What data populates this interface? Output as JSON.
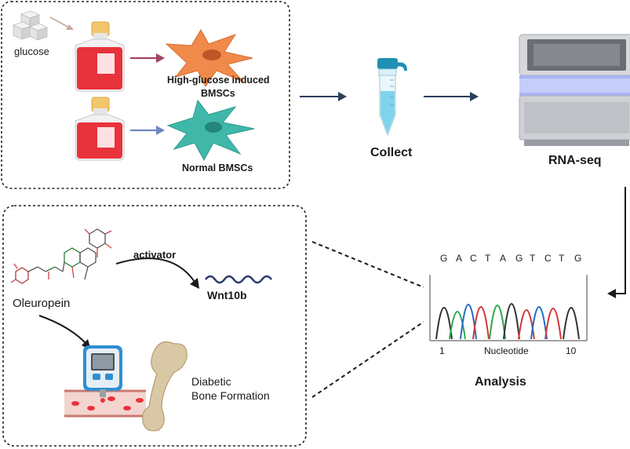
{
  "top_panel": {
    "glucose_label": "glucose",
    "high_glucose_label_line1": "High-glucose induced",
    "high_glucose_label_line2": "BMSCs",
    "normal_label": "Normal BMSCs"
  },
  "collect_label": "Collect",
  "rnaseq_label": "RNA-seq",
  "analysis": {
    "sequence": [
      "G",
      "A",
      "C",
      "T",
      "A",
      "G",
      "T",
      "C",
      "T",
      "G"
    ],
    "axis_start": "1",
    "axis_label": "Nucleotide",
    "axis_end": "10",
    "title": "Analysis"
  },
  "bottom_panel": {
    "compound_label": "Oleuropein",
    "activator_label": "activator",
    "gene_label": "Wnt10b",
    "outcome_line1": "Diabetic",
    "outcome_line2": "Bone Formation"
  },
  "colors": {
    "cell_high_glucose": "#f08a4b",
    "cell_normal": "#3fb8aa",
    "flask_media": "#e8323c",
    "arrow_high": "#a2456a",
    "arrow_normal": "#6e86c4",
    "arrow_flow": "#2b3f5c",
    "tube_liquid": "#7fd3ec",
    "tube_cap": "#1f8fb3",
    "sequencer_glow": "#a9b4f3",
    "peak_black": "#333333",
    "peak_green": "#2aa84a",
    "peak_blue": "#1e6fc4",
    "peak_red": "#d8363a"
  }
}
